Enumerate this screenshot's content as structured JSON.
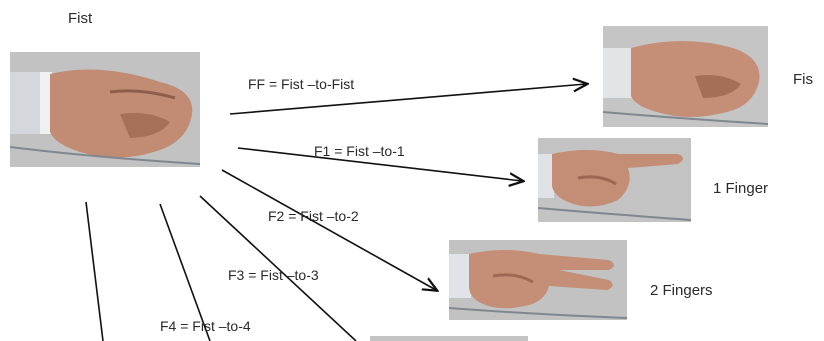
{
  "nodes": {
    "fist_source": "Fist",
    "fist_target": "Fis",
    "one_finger": "1 Finger",
    "two_fingers": "2 Fingers"
  },
  "edges": {
    "ff": "FF = Fist –to-Fist",
    "f1": "F1 = Fist –to-1",
    "f2": "F2 = Fist –to-2",
    "f3": "F3 = Fist –to-3",
    "f4": "F4 = Fist –to-4"
  },
  "colors": {
    "photo_bg": "#c4c4c4",
    "skin": "#c58f78",
    "skin_shadow": "#9e6b57",
    "sleeve": "#d9dde2",
    "line": "#111111"
  }
}
